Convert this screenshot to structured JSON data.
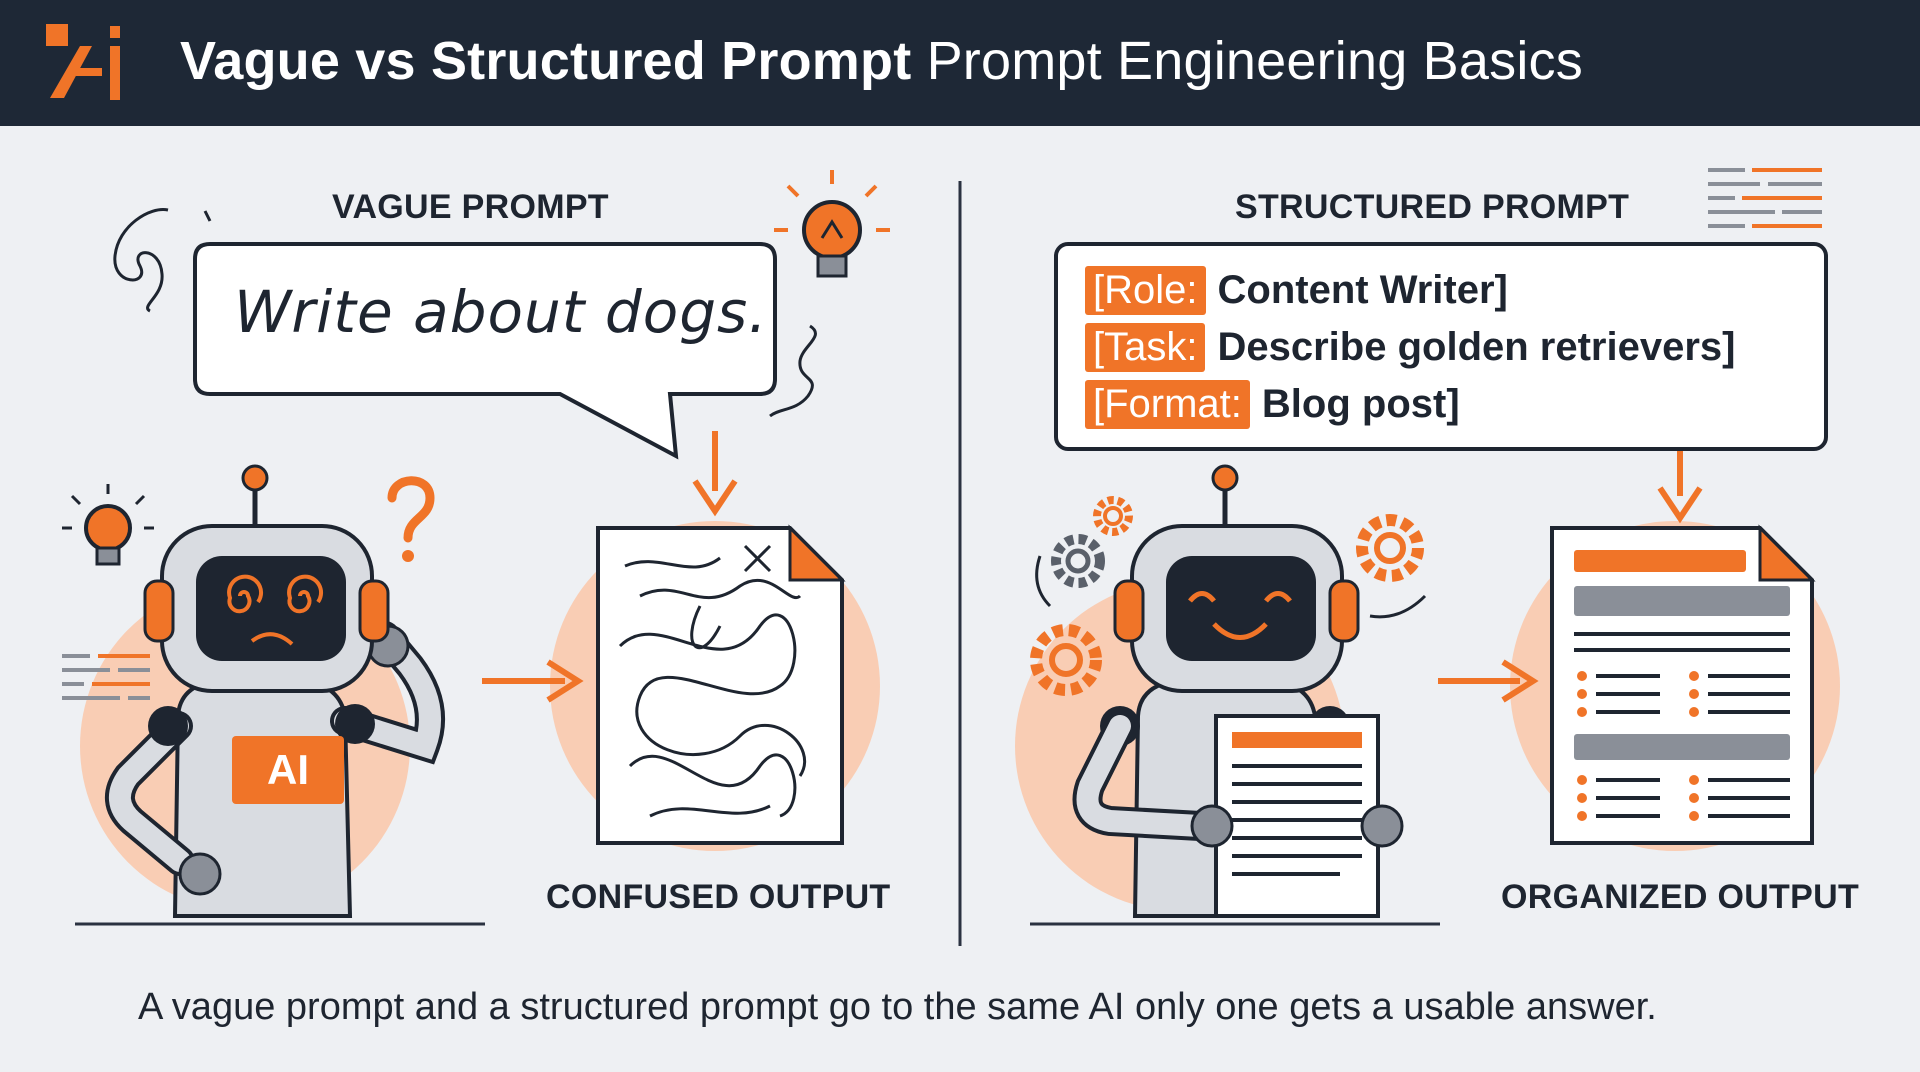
{
  "header": {
    "title_bold": "Vague vs Structured Prompt",
    "title_light": "Prompt Engineering Basics",
    "logo_icon": "ai-logo-icon"
  },
  "vague": {
    "label": "VAGUE PROMPT",
    "bubble_text": "Write about dogs.",
    "robot_badge": "AI",
    "output_label": "CONFUSED OUTPUT"
  },
  "structured": {
    "label": "STRUCTURED PROMPT",
    "lines": [
      {
        "tag": "[Role:",
        "text": "Content Writer]"
      },
      {
        "tag": "[Task:",
        "text": "Describe golden retrievers]"
      },
      {
        "tag": "[Format:",
        "text": "Blog post]"
      }
    ],
    "output_label": "ORGANIZED OUTPUT"
  },
  "caption": "A vague prompt and a structured prompt go to the same AI only one gets a usable answer.",
  "colors": {
    "accent": "#f07428",
    "header_bg": "#1e2836",
    "peach": "#f9cdb4",
    "robot_gray": "#d9dce1",
    "dark": "#1e2530"
  }
}
